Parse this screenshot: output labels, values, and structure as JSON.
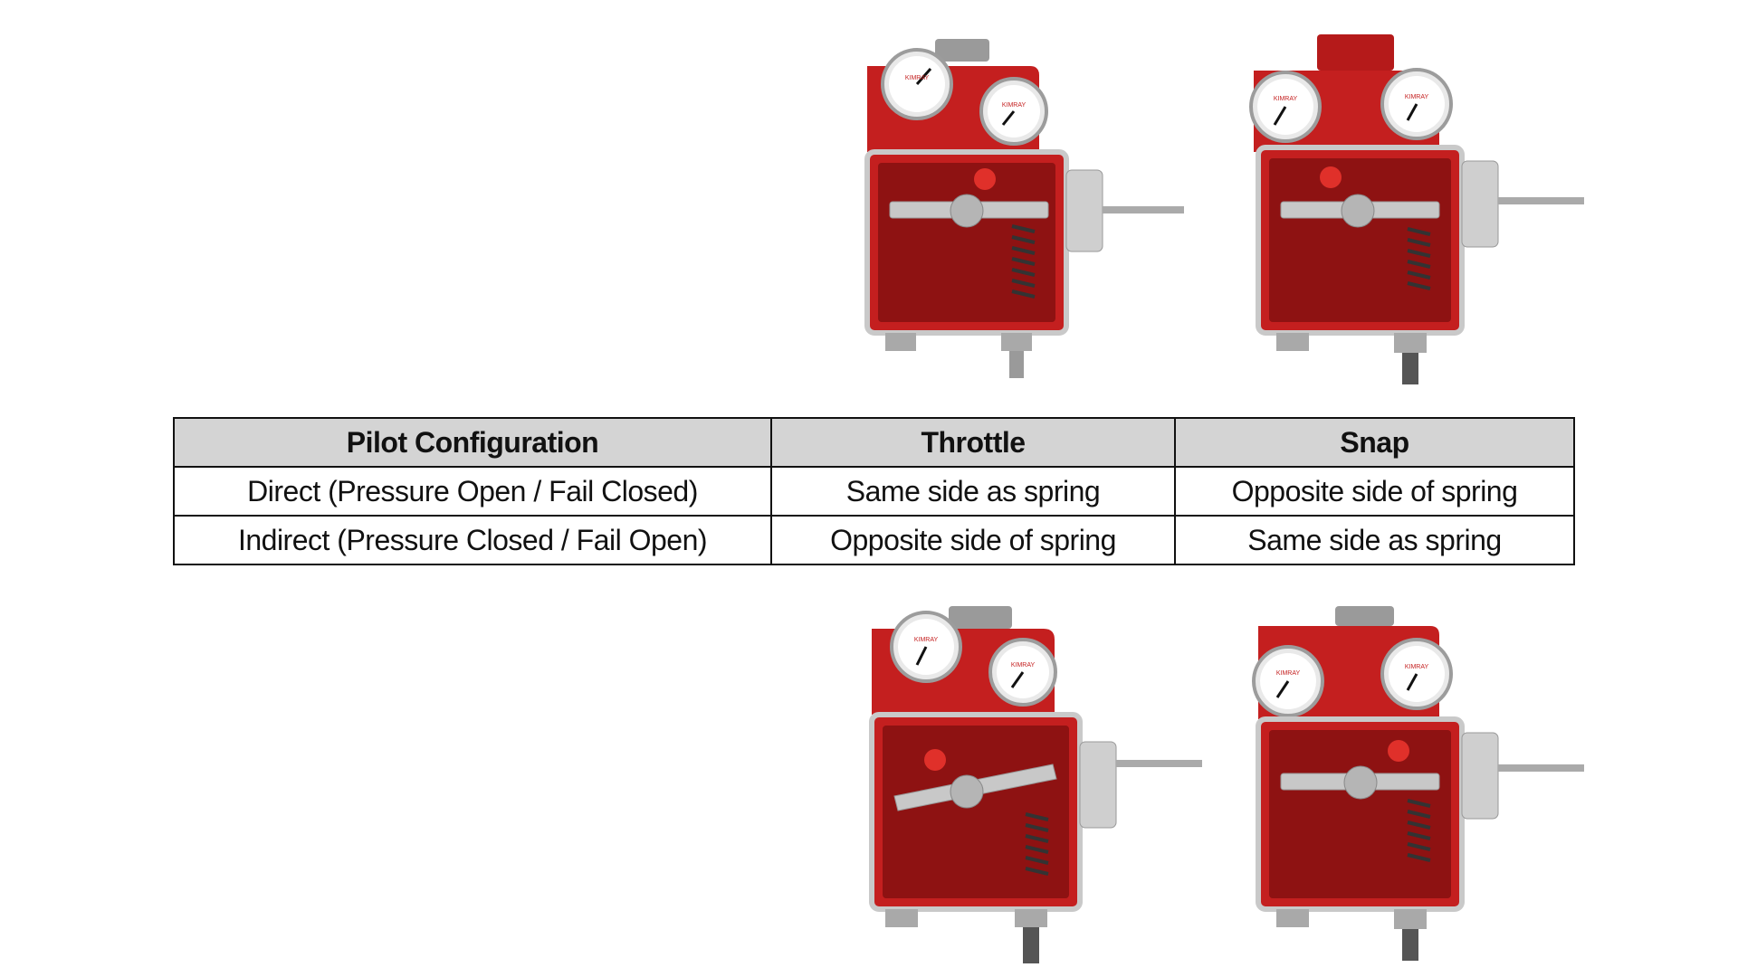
{
  "table": {
    "headers": [
      "Pilot Configuration",
      "Throttle",
      "Snap"
    ],
    "rows": [
      [
        "Direct (Pressure Open / Fail Closed)",
        "Same side as spring",
        "Opposite side of spring"
      ],
      [
        "Indirect (Pressure Closed / Fail Open)",
        "Opposite side of spring",
        "Same side as spring"
      ]
    ]
  },
  "images": {
    "pilot_top_left": "pilot-valve-photo",
    "pilot_top_right": "pilot-valve-photo",
    "pilot_bottom_left": "pilot-valve-photo",
    "pilot_bottom_right": "pilot-valve-photo"
  },
  "gauge_brand": "KIMRAY",
  "colors": {
    "body_red": "#c41f1f",
    "body_red_dark": "#8e1212",
    "header_gray": "#d4d4d4",
    "border": "#111111"
  }
}
